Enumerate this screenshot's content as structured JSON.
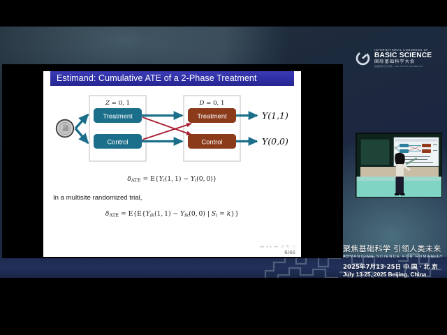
{
  "slide": {
    "title": "Estimand: Cumulative ATE of a 2-Phase Treatment",
    "page_number": "6/46",
    "phase1_label_var": "Z",
    "phase1_label_vals": " = 0, 1",
    "phase2_label_var": "D",
    "phase2_label_vals": " = 0, 1",
    "box_treatment": "Treatment",
    "box_control": "Control",
    "outcome_top": "Y(1,1)",
    "outcome_bottom": "Y(0,0)",
    "equation_1": "δATE = E[Yi(1,1) − Yi(0,0)]",
    "prose_line": "In a multisite randomized trial,",
    "equation_2": "δATE = E[E{Yik(1,1) − Yik(0,0) | Si = k}]",
    "colors": {
      "title_bar": "#2e2ea4",
      "phase1_box": "#1b6f8a",
      "phase2_box": "#8b3a1a",
      "arrow_teal": "#1b6f8a",
      "arrow_crimson": "#a81d32",
      "slide_bg": "#ffffff"
    },
    "nav_icons": [
      "first-slide-icon",
      "prev-slide-icon",
      "next-slide-icon",
      "last-slide-icon",
      "back-icon",
      "forward-icon",
      "search-icon"
    ]
  },
  "branding": {
    "logo_line1": "INTERNATIONAL CONGRESS OF",
    "logo_line2": "BASIC SCIENCE",
    "logo_line3": "国际基础科学大会",
    "logo_line4": "基础科学之于世界 | FOR TRUTH AND BEAUTY",
    "tagline_cn": "聚焦基础科学 引领人类未来",
    "tagline_en": "ADVANCING SCIENCE FOR HUMANITY",
    "date_cn": "2025年7月13-25日 中 国 · 北 京",
    "date_en": "July 13-25, 2025 Beijing, China"
  },
  "video": {
    "caption": "speaker-presenting-at-lectern"
  }
}
